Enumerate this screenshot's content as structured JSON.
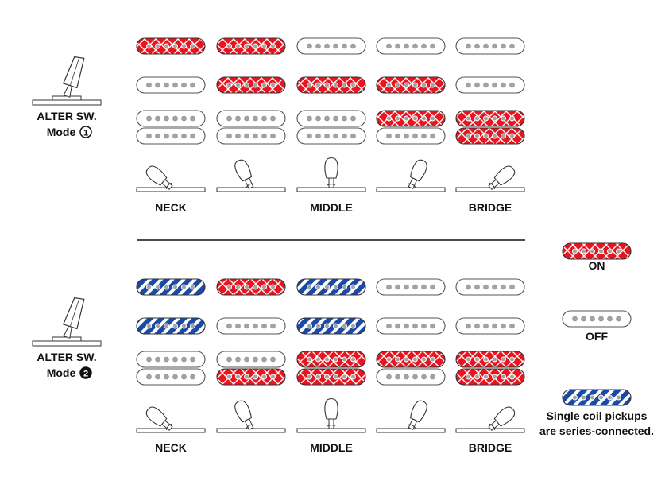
{
  "colors": {
    "on": "#e8141f",
    "series": "#1a4aa6",
    "pole": "#a3a3a3",
    "outline": "#555555",
    "text": "#111111"
  },
  "modes": [
    {
      "label_line1": "ALTER SW.",
      "label_line2": "Mode",
      "mode_number": "1",
      "positions": [
        "NECK",
        "",
        "MIDDLE",
        "",
        "BRIDGE"
      ],
      "neck_pickup": [
        "on",
        "on",
        "off",
        "off",
        "off"
      ],
      "middle_pickup": [
        "off",
        "on",
        "on",
        "on",
        "off"
      ],
      "bridge_top_coil": [
        "off",
        "off",
        "off",
        "on",
        "on"
      ],
      "bridge_bottom_coil": [
        "off",
        "off",
        "off",
        "off",
        "on"
      ]
    },
    {
      "label_line1": "ALTER SW.",
      "label_line2": "Mode",
      "mode_number": "2",
      "positions": [
        "NECK",
        "",
        "MIDDLE",
        "",
        "BRIDGE"
      ],
      "neck_pickup": [
        "series",
        "on",
        "series",
        "off",
        "off"
      ],
      "middle_pickup": [
        "series",
        "off",
        "series",
        "off",
        "off"
      ],
      "bridge_top_coil": [
        "off",
        "off",
        "on",
        "on",
        "on"
      ],
      "bridge_bottom_coil": [
        "off",
        "on",
        "on",
        "off",
        "on"
      ]
    }
  ],
  "legend": {
    "on_label": "ON",
    "off_label": "OFF",
    "series_label_line1": "Single coil pickups",
    "series_label_line2": "are series-connected."
  }
}
